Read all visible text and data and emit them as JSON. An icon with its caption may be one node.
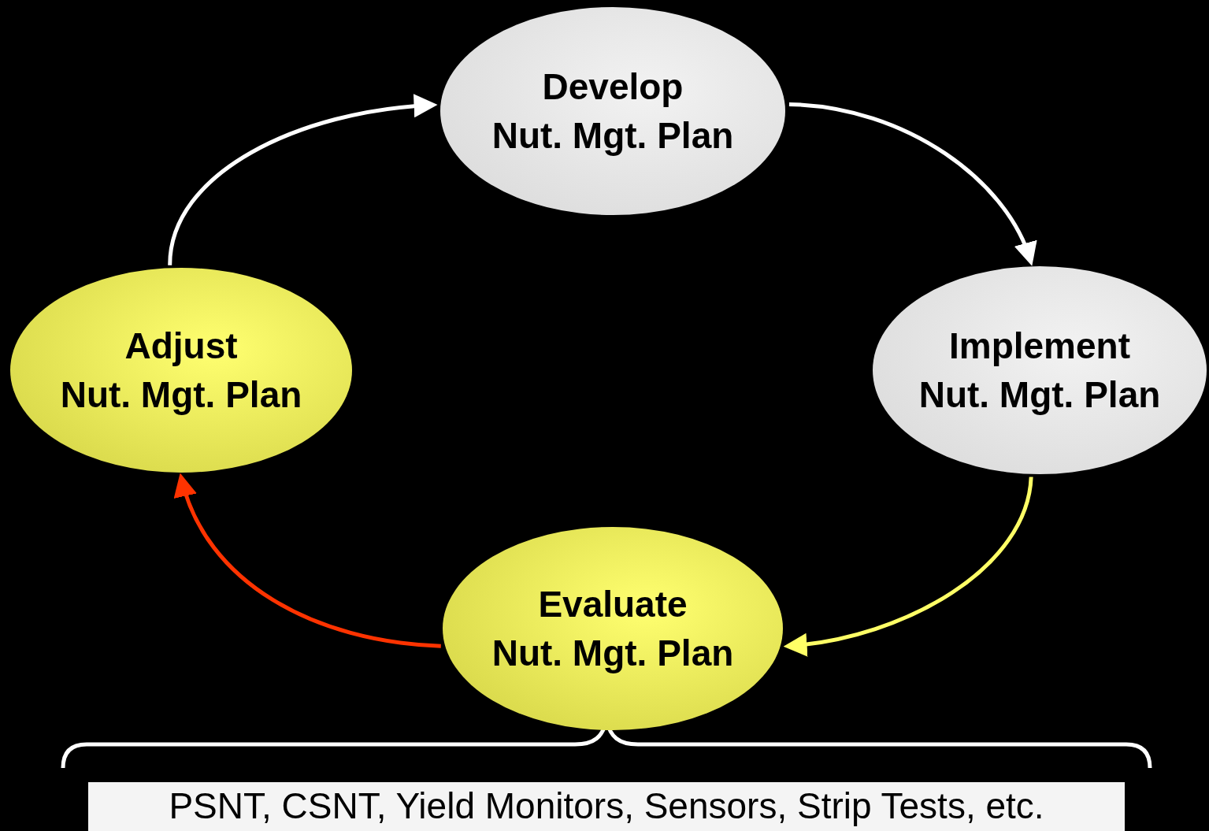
{
  "diagram": {
    "nodes": [
      {
        "text": [
          "Develop",
          "Nut. Mgt. Plan"
        ]
      },
      {
        "text": [
          "Implement",
          "Nut. Mgt. Plan"
        ]
      },
      {
        "text": [
          "Evaluate",
          "Nut. Mgt. Plan"
        ]
      },
      {
        "text": [
          "Adjust",
          "Nut. Mgt. Plan"
        ]
      },
      {
        "text": [
          "PSNT, CSNT, Yield Monitors, Sensors, Strip Tests, etc."
        ]
      }
    ],
    "edges": [
      {
        "from": 3,
        "to": 0,
        "arrow": "to"
      },
      {
        "from": 0,
        "to": 1,
        "arrow": "to"
      },
      {
        "from": 1,
        "to": 2,
        "arrow": "to",
        "color": "#ffff66"
      },
      {
        "from": 2,
        "to": 3,
        "arrow": "to",
        "color": "#ff3300"
      }
    ]
  }
}
